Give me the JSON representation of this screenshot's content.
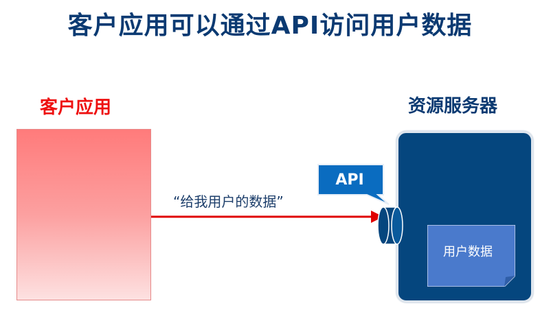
{
  "title": "客户应用可以通过API访问用户数据",
  "client": {
    "label": "客户应用"
  },
  "server": {
    "label": "资源服务器",
    "data_label": "用户数据"
  },
  "request": {
    "text": "“给我用户的数据”"
  },
  "api": {
    "label": "API"
  },
  "colors": {
    "title": "#0b3a72",
    "client_label": "#ee1111",
    "server_fill": "#05467e",
    "document_fill": "#4a7acc",
    "callout_fill": "#0a6cc0",
    "arrow": "#e00000"
  }
}
